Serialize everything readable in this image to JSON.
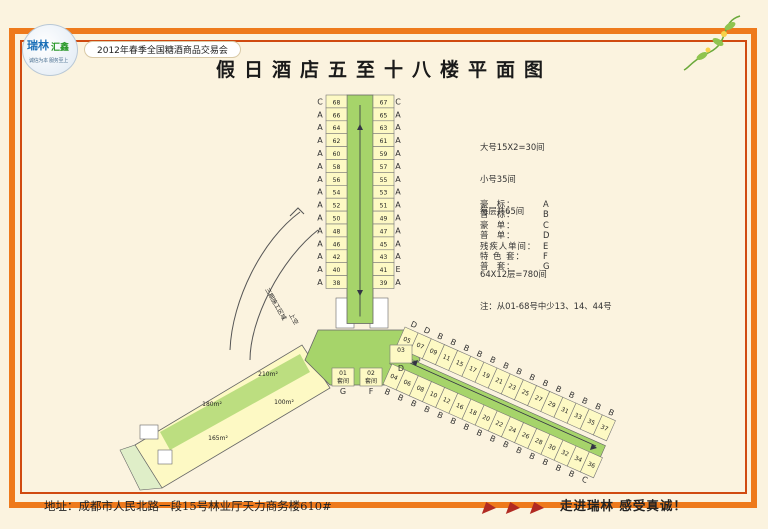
{
  "brand": {
    "logo_text": "瑞林",
    "logo_text_2": "汇鑫",
    "logo_sub": "诚信为本 服务至上"
  },
  "event_name": "2012年春季全国糖酒商品交易会",
  "title": "假日酒店五至十八楼平面图",
  "legend": {
    "line1": "大号15X2=30间",
    "line2": "小号35间",
    "line3": "每层共65间",
    "line4": "64X12层=780间",
    "line5": "注：从01-68号中少13、14、44号"
  },
  "room_types": [
    {
      "label": "豪  标：",
      "code": "A"
    },
    {
      "label": "普  标：",
      "code": "B"
    },
    {
      "label": "豪  单：",
      "code": "C"
    },
    {
      "label": "普  单：",
      "code": "D"
    },
    {
      "label": "残疾人单间：",
      "code": "E"
    },
    {
      "label": "特 色 套：",
      "code": "F"
    },
    {
      "label": "普  套：",
      "code": "G"
    }
  ],
  "plan": {
    "north_left": {
      "rooms": [
        "68",
        "66",
        "64",
        "62",
        "60",
        "58",
        "56",
        "54",
        "52",
        "50",
        "48",
        "46",
        "42",
        "40",
        "38"
      ],
      "classes": [
        "C",
        "A",
        "A",
        "A",
        "A",
        "A",
        "A",
        "A",
        "A",
        "A",
        "A",
        "A",
        "A",
        "A",
        "A"
      ]
    },
    "north_right": {
      "rooms": [
        "67",
        "65",
        "63",
        "61",
        "59",
        "57",
        "55",
        "53",
        "51",
        "49",
        "47",
        "45",
        "43",
        "41",
        "39"
      ],
      "classes": [
        "C",
        "A",
        "A",
        "A",
        "A",
        "A",
        "A",
        "A",
        "A",
        "A",
        "A",
        "A",
        "A",
        "E",
        "A"
      ]
    },
    "se_upper": {
      "rooms": [
        "05",
        "07",
        "09",
        "11",
        "15",
        "17",
        "19",
        "21",
        "23",
        "25",
        "27",
        "29",
        "31",
        "33",
        "35",
        "37"
      ],
      "classes": [
        "D",
        "D",
        "B",
        "B",
        "B",
        "B",
        "B",
        "B",
        "B",
        "B",
        "B",
        "B",
        "B",
        "B",
        "B",
        "B"
      ]
    },
    "se_lower": {
      "rooms": [
        "04",
        "06",
        "08",
        "10",
        "12",
        "16",
        "18",
        "20",
        "22",
        "24",
        "26",
        "28",
        "30",
        "32",
        "34",
        "36"
      ],
      "classes": [
        "B",
        "B",
        "B",
        "B",
        "B",
        "B",
        "B",
        "B",
        "B",
        "B",
        "B",
        "B",
        "B",
        "B",
        "B",
        "C"
      ]
    },
    "suites": [
      {
        "room": "01",
        "note": "套间",
        "class": "G"
      },
      {
        "room": "02",
        "note": "套间",
        "class": "F"
      },
      {
        "room": "03",
        "note": "",
        "class": "D"
      }
    ],
    "areas": [
      "210m²",
      "180m²",
      "100m²",
      "165m²"
    ],
    "side_label": "三期施工区域",
    "side_label_2": "上空"
  },
  "footer": {
    "address": "地址：成都市人民北路一段15号林业厅天力商务楼610#",
    "slogan": "走进瑞林 感受真诚！"
  },
  "colors": {
    "frame": "#ee7a1c",
    "frame_inner": "#d04a10",
    "corridor": "#a6d46a",
    "room": "#fdf9c4",
    "background": "#fbf3df",
    "arrow": "#b12a22"
  }
}
